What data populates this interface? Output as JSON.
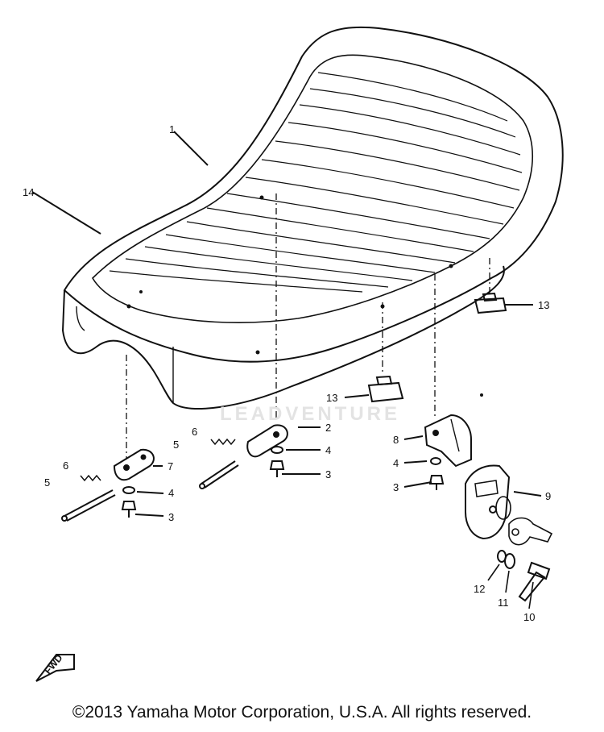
{
  "diagram": {
    "callouts": [
      "1",
      "14",
      "2",
      "4",
      "3",
      "6",
      "7",
      "5",
      "6",
      "5",
      "4",
      "3",
      "13",
      "13",
      "8",
      "4",
      "3",
      "9",
      "12",
      "11",
      "10"
    ],
    "orientation_label": "FWD"
  },
  "watermark": "LEADVENTURE",
  "footer": {
    "copyright": "©2013 Yamaha Motor Corporation, U.S.A. All rights reserved."
  }
}
